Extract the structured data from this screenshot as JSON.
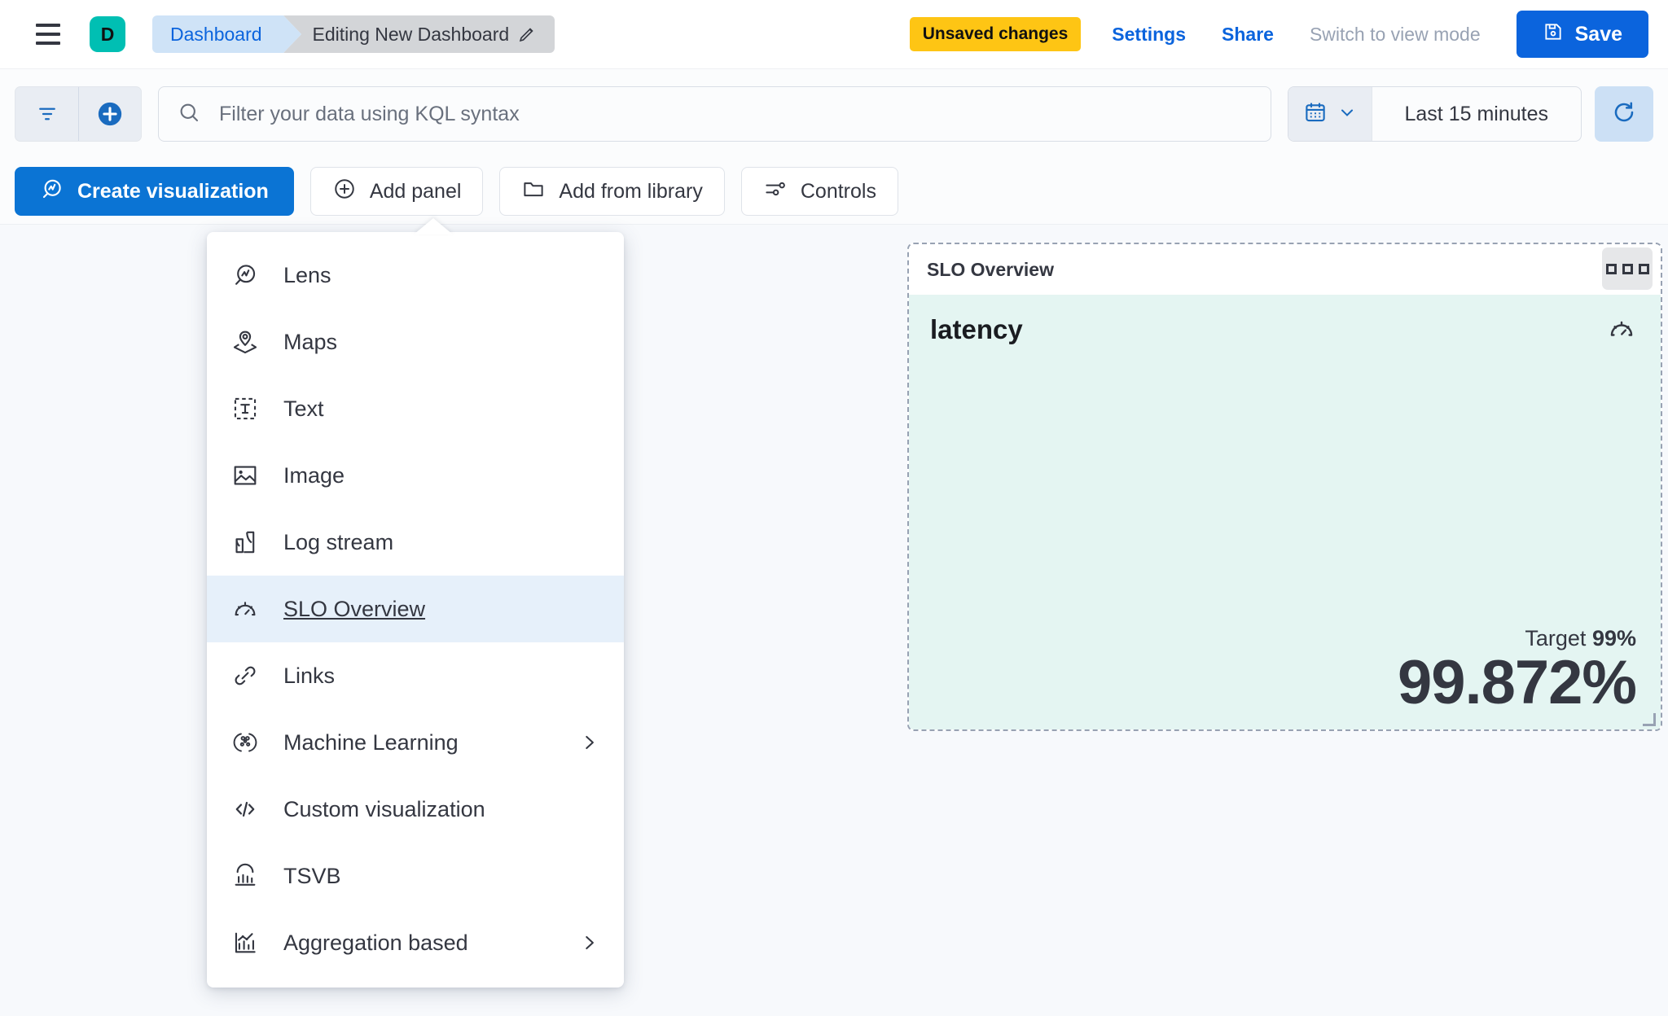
{
  "header": {
    "menu_icon": "hamburger-icon",
    "avatar_letter": "D",
    "breadcrumb_root": "Dashboard",
    "breadcrumb_current": "Editing New Dashboard",
    "edit_icon": "pencil-icon",
    "unsaved_badge": "Unsaved changes",
    "settings_label": "Settings",
    "share_label": "Share",
    "view_mode_label": "Switch to view mode",
    "save_label": "Save",
    "save_icon": "save-disk-icon",
    "accent_blue": "#0b64dd",
    "badge_yellow": "#fec514",
    "avatar_teal": "#00bfb3"
  },
  "query_bar": {
    "filter_icon": "filter-icon",
    "add_filter_icon": "plus-circle-icon",
    "search_icon": "search-icon",
    "search_value": "",
    "search_placeholder": "Filter your data using KQL syntax",
    "calendar_icon": "calendar-icon",
    "calendar_chevron": "chevron-down-icon",
    "time_range": "Last 15 minutes",
    "refresh_icon": "refresh-icon"
  },
  "toolbar": {
    "create_visualization": "Create visualization",
    "create_visualization_icon": "lens-icon",
    "add_panel": "Add panel",
    "add_panel_icon": "plus-circle-outline-icon",
    "add_from_library": "Add from library",
    "add_from_library_icon": "folder-icon",
    "controls": "Controls",
    "controls_icon": "sliders-icon"
  },
  "add_panel_menu": {
    "items": [
      {
        "label": "Lens",
        "icon": "lens-icon",
        "selected": false,
        "has_submenu": false
      },
      {
        "label": "Maps",
        "icon": "map-pin-layers-icon",
        "selected": false,
        "has_submenu": false
      },
      {
        "label": "Text",
        "icon": "text-box-icon",
        "selected": false,
        "has_submenu": false
      },
      {
        "label": "Image",
        "icon": "image-icon",
        "selected": false,
        "has_submenu": false
      },
      {
        "label": "Log stream",
        "icon": "log-stream-icon",
        "selected": false,
        "has_submenu": false
      },
      {
        "label": "SLO Overview",
        "icon": "gauge-icon",
        "selected": true,
        "has_submenu": false
      },
      {
        "label": "Links",
        "icon": "link-icon",
        "selected": false,
        "has_submenu": false
      },
      {
        "label": "Machine Learning",
        "icon": "machine-learning-icon",
        "selected": false,
        "has_submenu": true
      },
      {
        "label": "Custom visualization",
        "icon": "code-icon",
        "selected": false,
        "has_submenu": false
      },
      {
        "label": "TSVB",
        "icon": "tsvb-icon",
        "selected": false,
        "has_submenu": false
      },
      {
        "label": "Aggregation based",
        "icon": "aggregation-icon",
        "selected": false,
        "has_submenu": true
      }
    ]
  },
  "slo_panel": {
    "title": "SLO Overview",
    "panel_menu_icon": "grid-menu-icon",
    "metric_name": "latency",
    "gauge_icon": "gauge-icon",
    "target_label": "Target",
    "target_value": "99%",
    "sli_value": "99.872%",
    "body_background": "#e4f5f2",
    "border_style": "dashed"
  }
}
